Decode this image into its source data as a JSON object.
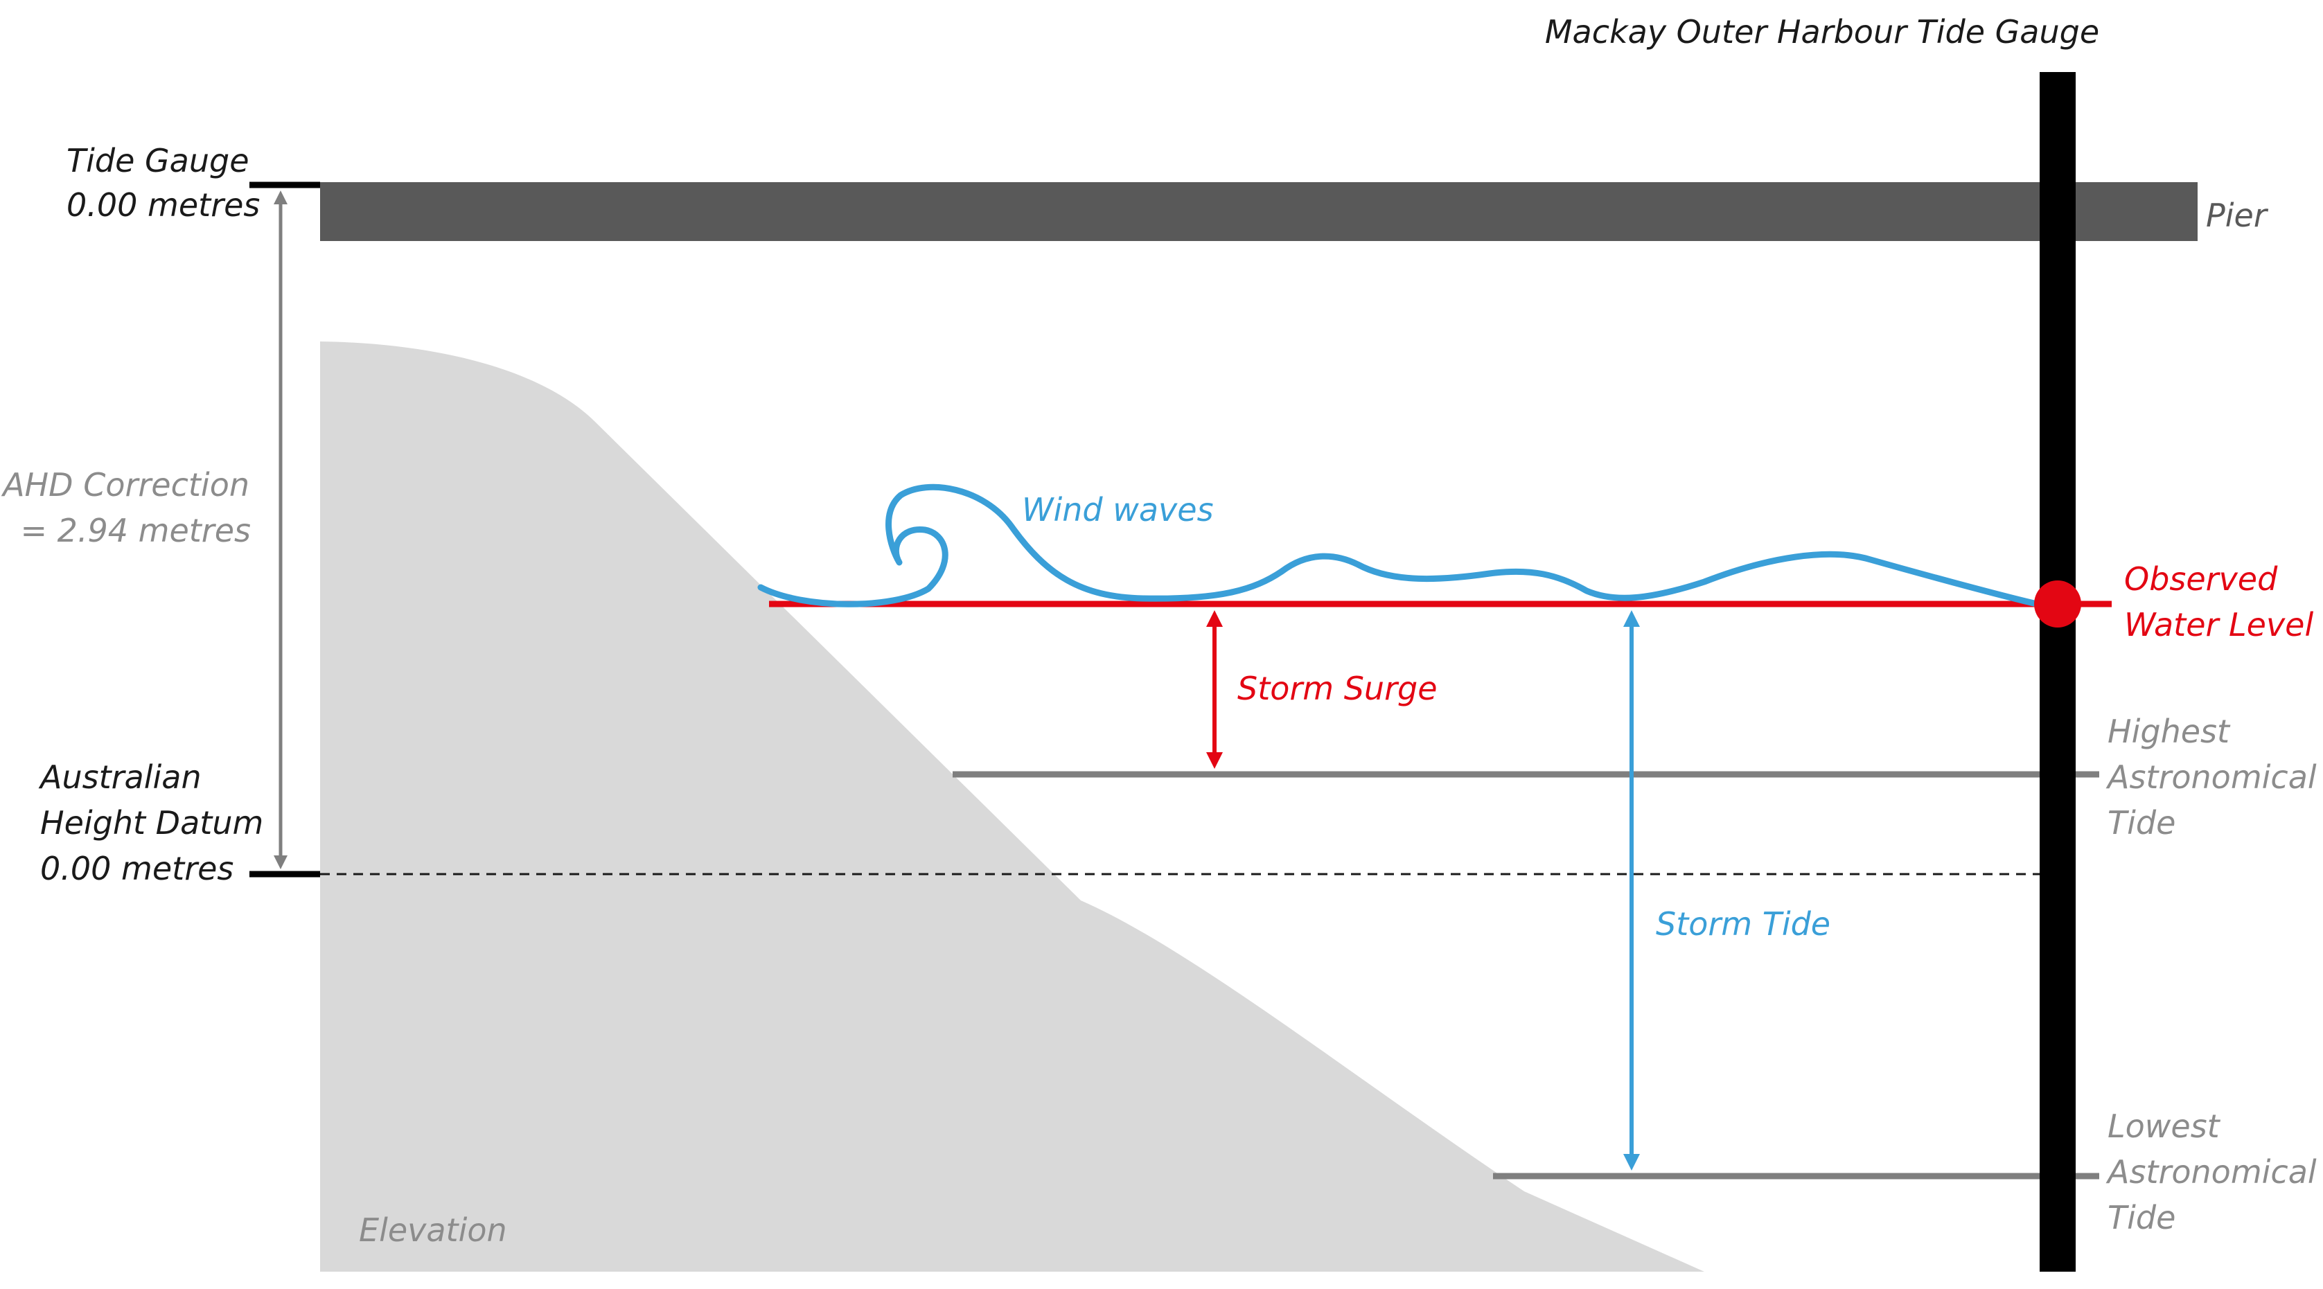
{
  "gauge_title": "Mackay Outer Harbour Tide Gauge",
  "labels": {
    "tide_gauge_line1": "Tide Gauge",
    "tide_gauge_line2": "0.00 metres",
    "ahd_correction_line1": "AHD Correction",
    "ahd_correction_line2": "= 2.94 metres",
    "ahd_line1": "Australian",
    "ahd_line2": "Height Datum",
    "ahd_line3": "0.00 metres",
    "pier": "Pier",
    "wind_waves": "Wind waves",
    "observed_line1": "Observed",
    "observed_line2": "Water Level",
    "storm_surge": "Storm Surge",
    "storm_tide": "Storm Tide",
    "hat_line1": "Highest",
    "hat_line2": "Astronomical",
    "hat_line3": "Tide",
    "lat_line1": "Lowest",
    "lat_line2": "Astronomical",
    "lat_line3": "Tide",
    "elevation": "Elevation"
  },
  "colors": {
    "pier": "#595959",
    "ground": "#d9d9d9",
    "gauge_pole": "#000000",
    "water_level": "#e30613",
    "waves": "#3a9fd8",
    "tide_lines": "#7f7f7f",
    "ahd_arrow": "#7f7f7f",
    "label_grey": "#8c8c8c",
    "label_black": "#1a1a1a"
  }
}
